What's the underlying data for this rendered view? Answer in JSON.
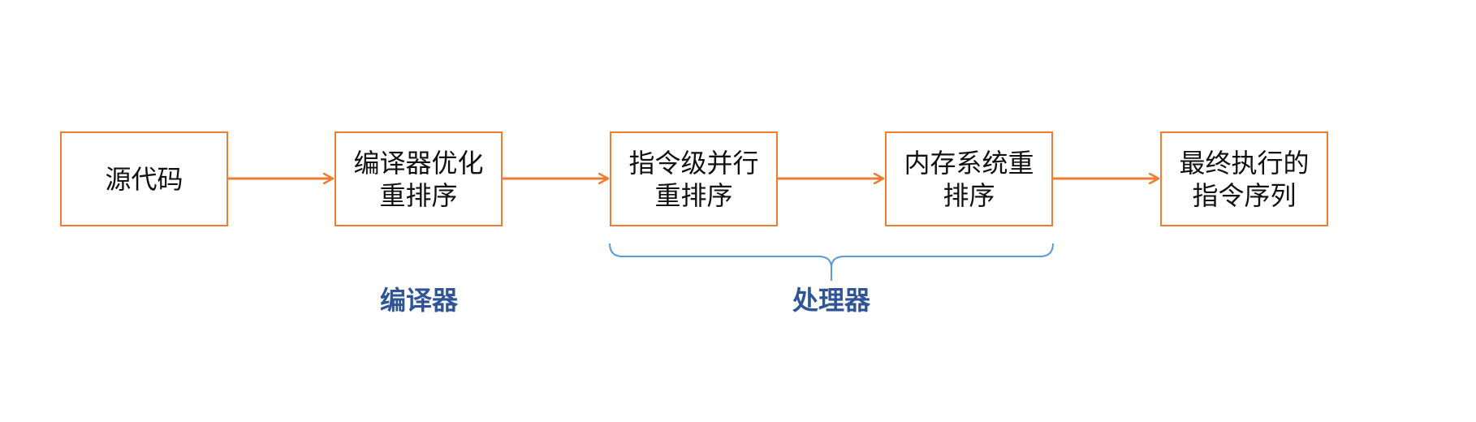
{
  "colors": {
    "box_border": "#ED7D31",
    "arrow": "#ED7D31",
    "bracket": "#5B9BD5",
    "group_label": "#2F5597",
    "text": "#111111"
  },
  "nodes": [
    {
      "id": "source-code",
      "label": "源代码"
    },
    {
      "id": "compiler-reorder",
      "label": "编译器优化\n重排序"
    },
    {
      "id": "ilp-reorder",
      "label": "指令级并行\n重排序"
    },
    {
      "id": "memory-reorder",
      "label": "内存系统重\n排序"
    },
    {
      "id": "final-sequence",
      "label": "最终执行的\n指令序列"
    }
  ],
  "edges": [
    {
      "from": "source-code",
      "to": "compiler-reorder"
    },
    {
      "from": "compiler-reorder",
      "to": "ilp-reorder"
    },
    {
      "from": "ilp-reorder",
      "to": "memory-reorder"
    },
    {
      "from": "memory-reorder",
      "to": "final-sequence"
    }
  ],
  "groups": {
    "compiler": {
      "label": "编译器",
      "members": [
        "compiler-reorder"
      ]
    },
    "processor": {
      "label": "处理器",
      "members": [
        "ilp-reorder",
        "memory-reorder"
      ]
    }
  }
}
